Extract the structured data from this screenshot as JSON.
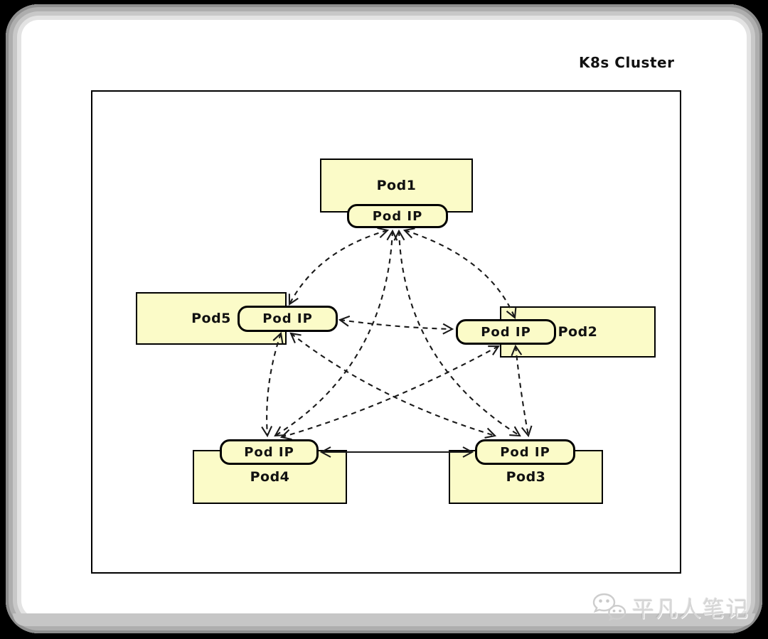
{
  "title": "K8s Cluster",
  "pods": [
    {
      "id": "pod1",
      "name": "Pod1",
      "ip_label": "Pod IP"
    },
    {
      "id": "pod2",
      "name": "Pod2",
      "ip_label": "Pod IP"
    },
    {
      "id": "pod3",
      "name": "Pod3",
      "ip_label": "Pod IP"
    },
    {
      "id": "pod4",
      "name": "Pod4",
      "ip_label": "Pod IP"
    },
    {
      "id": "pod5",
      "name": "Pod5",
      "ip_label": "Pod IP"
    }
  ],
  "connections": [
    {
      "from": "Pod1",
      "to": "Pod5",
      "style": "dashed",
      "bidirectional": true
    },
    {
      "from": "Pod1",
      "to": "Pod2",
      "style": "dashed",
      "bidirectional": true
    },
    {
      "from": "Pod1",
      "to": "Pod4",
      "style": "dashed",
      "bidirectional": true
    },
    {
      "from": "Pod1",
      "to": "Pod3",
      "style": "dashed",
      "bidirectional": true
    },
    {
      "from": "Pod5",
      "to": "Pod2",
      "style": "dashed",
      "bidirectional": true
    },
    {
      "from": "Pod5",
      "to": "Pod4",
      "style": "dashed",
      "bidirectional": true
    },
    {
      "from": "Pod5",
      "to": "Pod3",
      "style": "dashed",
      "bidirectional": true
    },
    {
      "from": "Pod2",
      "to": "Pod4",
      "style": "dashed",
      "bidirectional": true
    },
    {
      "from": "Pod2",
      "to": "Pod3",
      "style": "dashed",
      "bidirectional": true
    },
    {
      "from": "Pod4",
      "to": "Pod3",
      "style": "solid",
      "bidirectional": true
    }
  ],
  "watermark": {
    "icon": "wechat-icon",
    "text": "平凡人笔记"
  },
  "colors": {
    "node_fill": "#FBFBC8",
    "node_border": "#000000",
    "connector": "#1a1a1a",
    "canvas": "#FFFFFF",
    "frame_background": "#000000",
    "bezel_gray": "#C6C6C6",
    "watermark_text": "#D6D6D6"
  }
}
